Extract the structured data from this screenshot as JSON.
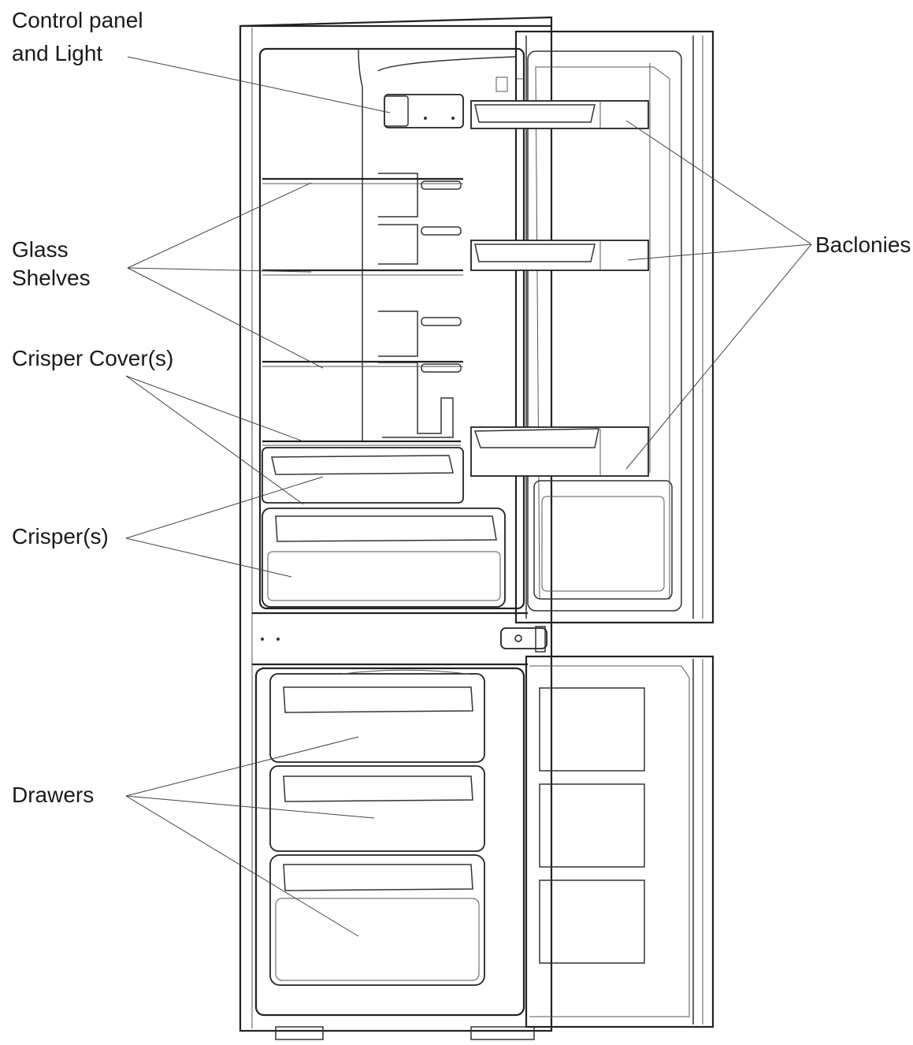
{
  "labels": {
    "control_panel_line1": "Control panel",
    "control_panel_line2": "and Light",
    "glass_line1": "Glass",
    "glass_line2": "Shelves",
    "crisper_cover": "Crisper Cover(s)",
    "crisper": "Crisper(s)",
    "drawers": "Drawers",
    "balconies": "Baclonies"
  },
  "colors": {
    "line": "#222222",
    "background": "#ffffff"
  }
}
